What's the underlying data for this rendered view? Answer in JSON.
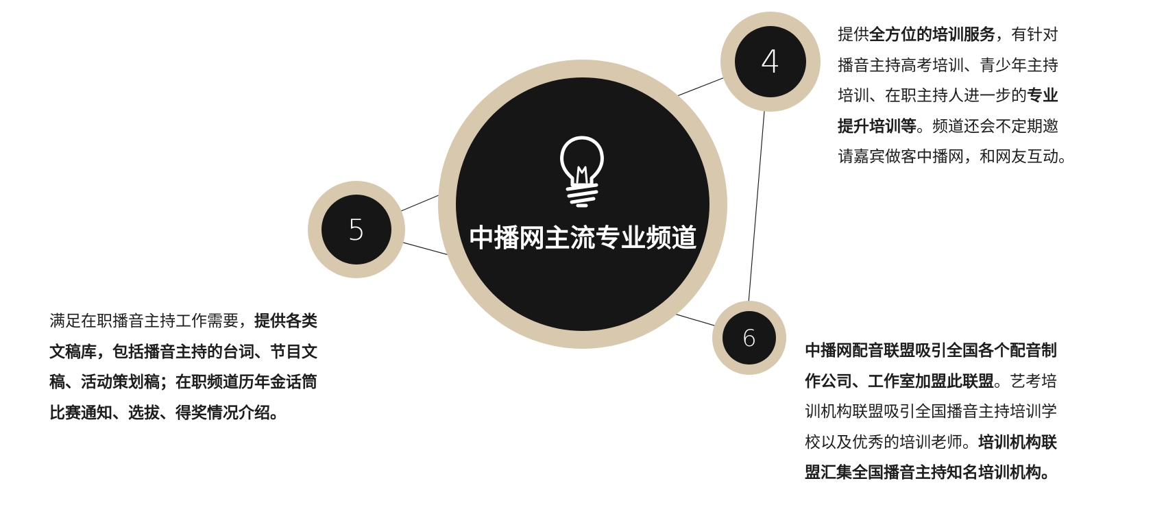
{
  "diagram": {
    "center": {
      "title": "中播网主流专业频道",
      "icon": "lightbulb-icon"
    },
    "nodes": [
      {
        "id": "node-4",
        "number": "4"
      },
      {
        "id": "node-5",
        "number": "5"
      },
      {
        "id": "node-6",
        "number": "6"
      }
    ],
    "colors": {
      "ring": "#d8c8ae",
      "disc": "#161616",
      "text_on_disc": "#ffffff",
      "connector": "#222222"
    }
  },
  "blocks": {
    "top_right": {
      "lines": [
        [
          {
            "t": "提供",
            "b": false
          },
          {
            "t": "全方位的培训服务",
            "b": true
          },
          {
            "t": "，有针对",
            "b": false
          }
        ],
        [
          {
            "t": "播音主持高考培训、青少年主持",
            "b": false
          }
        ],
        [
          {
            "t": "培训、在职主持人进一步的",
            "b": false
          },
          {
            "t": "专业",
            "b": true
          }
        ],
        [
          {
            "t": "提升培训等",
            "b": true
          },
          {
            "t": "。频道还会不定期邀",
            "b": false
          }
        ],
        [
          {
            "t": "请嘉宾做客中播网，和网友互动。",
            "b": false
          }
        ]
      ]
    },
    "left": {
      "lines": [
        [
          {
            "t": "满足在职播音主持工作需要，",
            "b": false
          },
          {
            "t": "提供各类",
            "b": true
          }
        ],
        [
          {
            "t": "文稿库，包括播音主持的台词、节目文",
            "b": true
          }
        ],
        [
          {
            "t": "稿、活动策划稿；在职频道历年金话筒",
            "b": true
          }
        ],
        [
          {
            "t": "比赛通知、选拔、得奖情况介绍。",
            "b": true
          }
        ]
      ]
    },
    "bottom_right": {
      "lines": [
        [
          {
            "t": "中播网配音联盟吸引全国各个配音制",
            "b": true
          }
        ],
        [
          {
            "t": "作公司、工作室加盟此联盟",
            "b": true
          },
          {
            "t": "。艺考培",
            "b": false
          }
        ],
        [
          {
            "t": "训机构联盟吸引全国播音主持培训学",
            "b": false
          }
        ],
        [
          {
            "t": "校以及优秀的培训老师。",
            "b": false
          },
          {
            "t": "培训机构联",
            "b": true
          }
        ],
        [
          {
            "t": "盟汇集全国播音主持知名培训机构。",
            "b": true
          }
        ]
      ]
    }
  }
}
